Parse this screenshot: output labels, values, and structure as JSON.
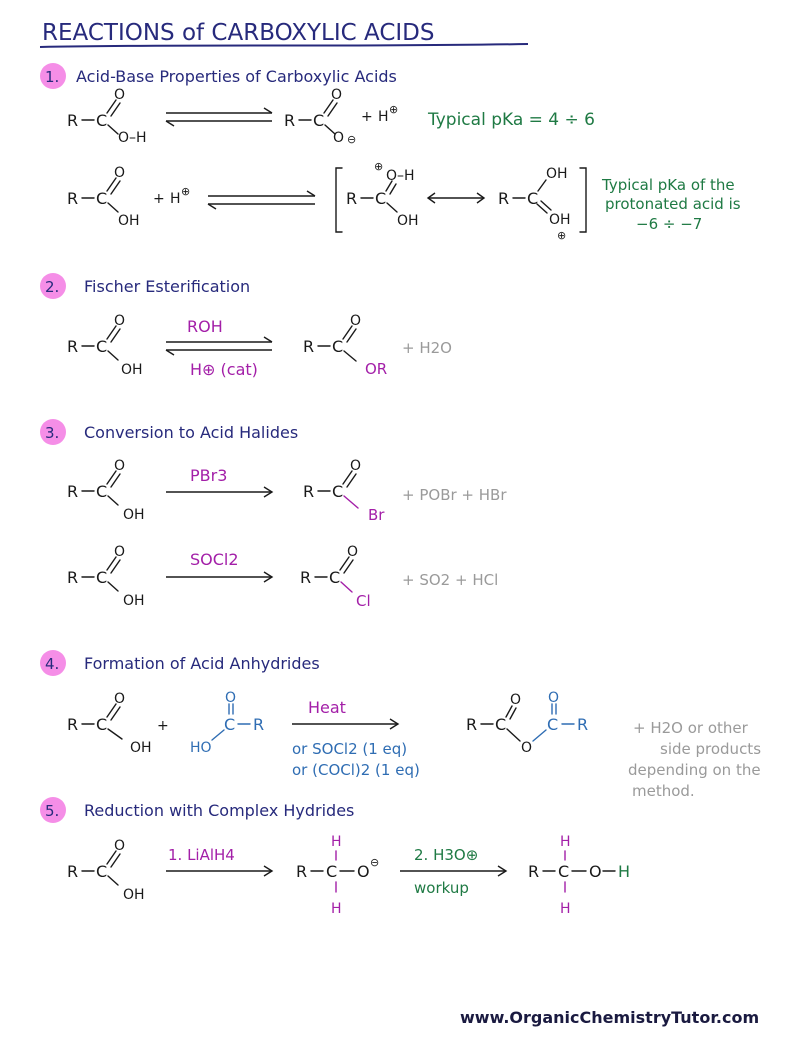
{
  "title": "REACTIONS of CARBOXYLIC ACIDS",
  "sections": [
    {
      "num": "1.",
      "heading": "Acid-Base Properties of Carboxylic Acids"
    },
    {
      "num": "2.",
      "heading": "Fischer Esterification"
    },
    {
      "num": "3.",
      "heading": "Conversion to Acid Halides"
    },
    {
      "num": "4.",
      "heading": "Formation of Acid Anhydrides"
    },
    {
      "num": "5.",
      "heading": "Reduction with Complex Hydrides"
    }
  ],
  "atoms": {
    "R": "R",
    "C": "C",
    "O": "O",
    "OH": "OH",
    "H": "H",
    "minus": "−",
    "dash": "–",
    "Hplus": "H",
    "OR": "OR",
    "Br": "Br",
    "Cl": "Cl",
    "HO": "HO",
    "plus": "+",
    "oplus": "⊕",
    "ominus": "⊖",
    "OminusH": "O–H",
    "OHdown": "OH"
  },
  "notes": {
    "pka1": "Typical pKa = 4 ÷ 6",
    "pka2_line1": "Typical pKa of the",
    "pka2_line2": "protonated acid is",
    "pka2_line3": "−6 ÷ −7"
  },
  "reagents": {
    "roh": "ROH",
    "hcat": "H⊕ (cat)",
    "pbr3": "PBr3",
    "socl2": "SOCl2",
    "heat": "Heat",
    "or_socl2": "or SOCl2 (1 eq)",
    "or_cocl2": "or (COCl)2 (1 eq)",
    "lialh4": "1. LiAlH4",
    "h3o": "2. H3O⊕",
    "workup": "workup"
  },
  "byproducts": {
    "h2o": "+ H2O",
    "pobr_hbr": "+ POBr + HBr",
    "so2_hcl": "+ SO2 + HCl",
    "anhydride_line1": "+ H2O or other",
    "anhydride_line2": "side products",
    "anhydride_line3": "depending on the",
    "anhydride_line4": "method."
  },
  "footer": "www.OrganicChemistryTutor.com",
  "colors": {
    "navy": "#272a7c",
    "green": "#1f7a44",
    "purple": "#a31fa8",
    "blue": "#2f6db3",
    "gray": "#9a9a9a",
    "badge": "#f58ee7"
  }
}
